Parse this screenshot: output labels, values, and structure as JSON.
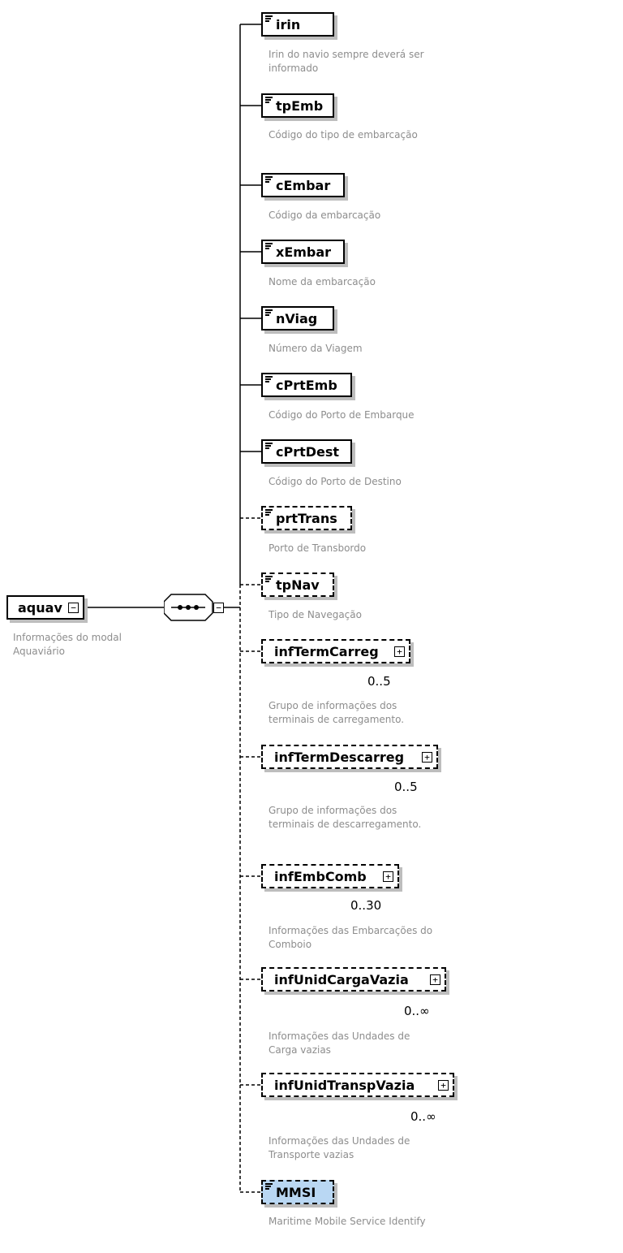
{
  "root": {
    "name": "aquav",
    "description": "Informações do modal Aquaviário"
  },
  "compositor": {
    "type": "sequence",
    "collapse_symbol": "−"
  },
  "symbols": {
    "collapse": "−",
    "expand": "+"
  },
  "elements": [
    {
      "name": "irin",
      "description": "Irin do navio sempre deverá ser informado",
      "optional": false,
      "complex": false
    },
    {
      "name": "tpEmb",
      "description": "Código do tipo de embarcação",
      "optional": false,
      "complex": false
    },
    {
      "name": "cEmbar",
      "description": "Código da embarcação",
      "optional": false,
      "complex": false
    },
    {
      "name": "xEmbar",
      "description": "Nome da embarcação",
      "optional": false,
      "complex": false
    },
    {
      "name": "nViag",
      "description": "Número da Viagem",
      "optional": false,
      "complex": false
    },
    {
      "name": "cPrtEmb",
      "description": "Código do Porto de Embarque",
      "optional": false,
      "complex": false
    },
    {
      "name": "cPrtDest",
      "description": "Código do Porto de Destino",
      "optional": false,
      "complex": false
    },
    {
      "name": "prtTrans",
      "description": "Porto de Transbordo",
      "optional": true,
      "complex": false
    },
    {
      "name": "tpNav",
      "description": "Tipo de Navegação",
      "optional": true,
      "complex": false
    },
    {
      "name": "infTermCarreg",
      "description": "Grupo de informações dos terminais de carregamento.",
      "optional": true,
      "complex": true,
      "cardinality": "0..5"
    },
    {
      "name": "infTermDescarreg",
      "description": "Grupo de informações dos terminais de descarregamento.",
      "optional": true,
      "complex": true,
      "cardinality": "0..5"
    },
    {
      "name": "infEmbComb",
      "description": "Informações das Embarcações do Comboio",
      "optional": true,
      "complex": true,
      "cardinality": "0..30"
    },
    {
      "name": "infUnidCargaVazia",
      "description": "Informações das Undades de Carga vazias",
      "optional": true,
      "complex": true,
      "cardinality": "0..∞"
    },
    {
      "name": "infUnidTranspVazia",
      "description": "Informações das Undades de Transporte vazias",
      "optional": true,
      "complex": true,
      "cardinality": "0..∞"
    },
    {
      "name": "MMSI",
      "description": "Maritime Mobile Service Identify",
      "optional": true,
      "complex": false,
      "highlighted": true
    }
  ],
  "colors": {
    "highlight": "#b9d7f3",
    "description_text": "#8d8d8d",
    "shadow": "#bdbdbd"
  }
}
